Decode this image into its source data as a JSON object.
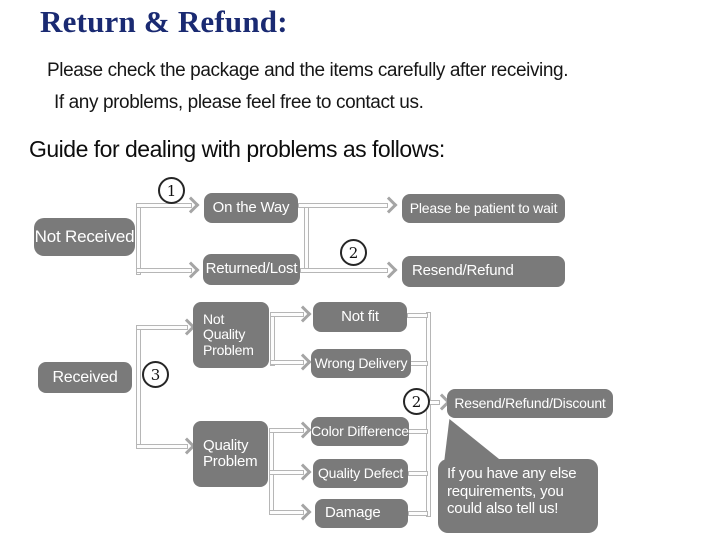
{
  "header": {
    "title": "Return & Refund:",
    "intro_line_1": "Please check the package and the items carefully after receiving.",
    "intro_line_2": "If any problems, please feel free to contact us.",
    "guide_heading": "Guide for dealing with problems as follows:"
  },
  "colors": {
    "title_navy": "#1a2a72",
    "node_gray": "#7a7a7a",
    "connector_gray": "#b6b6b6"
  },
  "flowchart": {
    "nodes": {
      "not_received": "Not Received",
      "on_the_way": "On the Way",
      "returned_lost": "Returned/Lost",
      "please_wait": "Please be patient to wait",
      "resend_refund": "Resend/Refund",
      "received": "Received",
      "not_quality_problem": "Not Quality Problem",
      "not_fit": "Not fit",
      "wrong_delivery": "Wrong Delivery",
      "quality_problem": "Quality Problem",
      "color_difference": "Color Difference",
      "quality_defect": "Quality Defect",
      "damage": "Damage",
      "resend_refund_discount": "Resend/Refund/Discount",
      "note_bubble": "If you have any else requirements, you could also tell us!"
    },
    "markers": {
      "step1": "1",
      "step2_top": "2",
      "step3": "3",
      "step2_bottom": "2"
    }
  }
}
